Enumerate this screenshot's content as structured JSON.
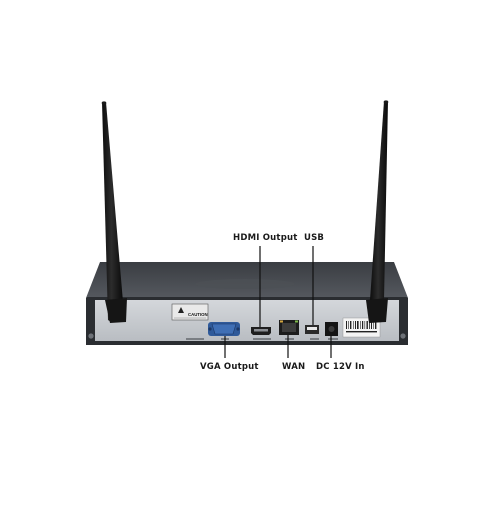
{
  "labels": {
    "hdmi": "HDMI Output",
    "usb": "USB",
    "vga": "VGA Output",
    "wan": "WAN",
    "dc": "DC 12V In"
  },
  "panel": {
    "caution": "CAUTION"
  },
  "colors": {
    "background": "#ffffff",
    "chassis": "#2e3135",
    "panel": "#c9ccd0",
    "antenna": "#141414",
    "label_text": "#1a1a1a",
    "vga_port": "#3f6fb5"
  }
}
